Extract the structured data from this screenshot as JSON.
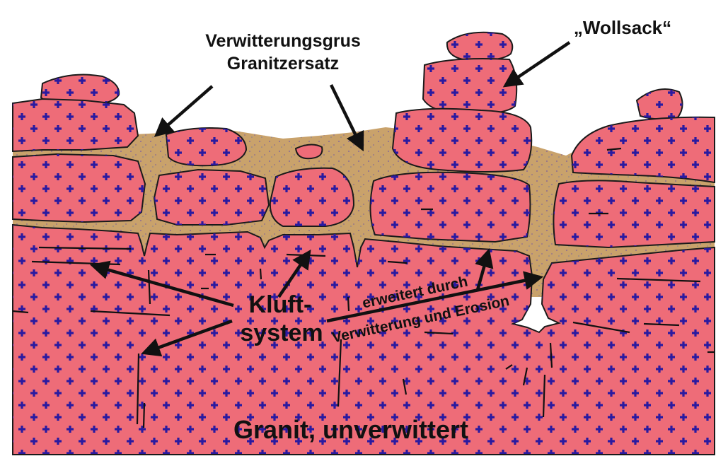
{
  "labels": {
    "grus_line1": "Verwitterungsgrus",
    "grus_line2": "Granitzersatz",
    "wollsack": "„Wollsack“",
    "kluft_line1": "Kluft-",
    "kluft_line2": "system",
    "erweitert_line1": "erweitert durch",
    "erweitert_line2": "Verwitterung und Erosion",
    "granit": "Granit, unverwittert"
  },
  "colors": {
    "granite": "#ee6c78",
    "grus": "#c9a26b",
    "grus_dot": "#8a6a92",
    "cross": "#2a1aa0",
    "outline": "#1a1a1a",
    "background": "#ffffff"
  },
  "icons": {
    "mineral_cross": "plus-glyph",
    "arrow": "arrow-head"
  }
}
